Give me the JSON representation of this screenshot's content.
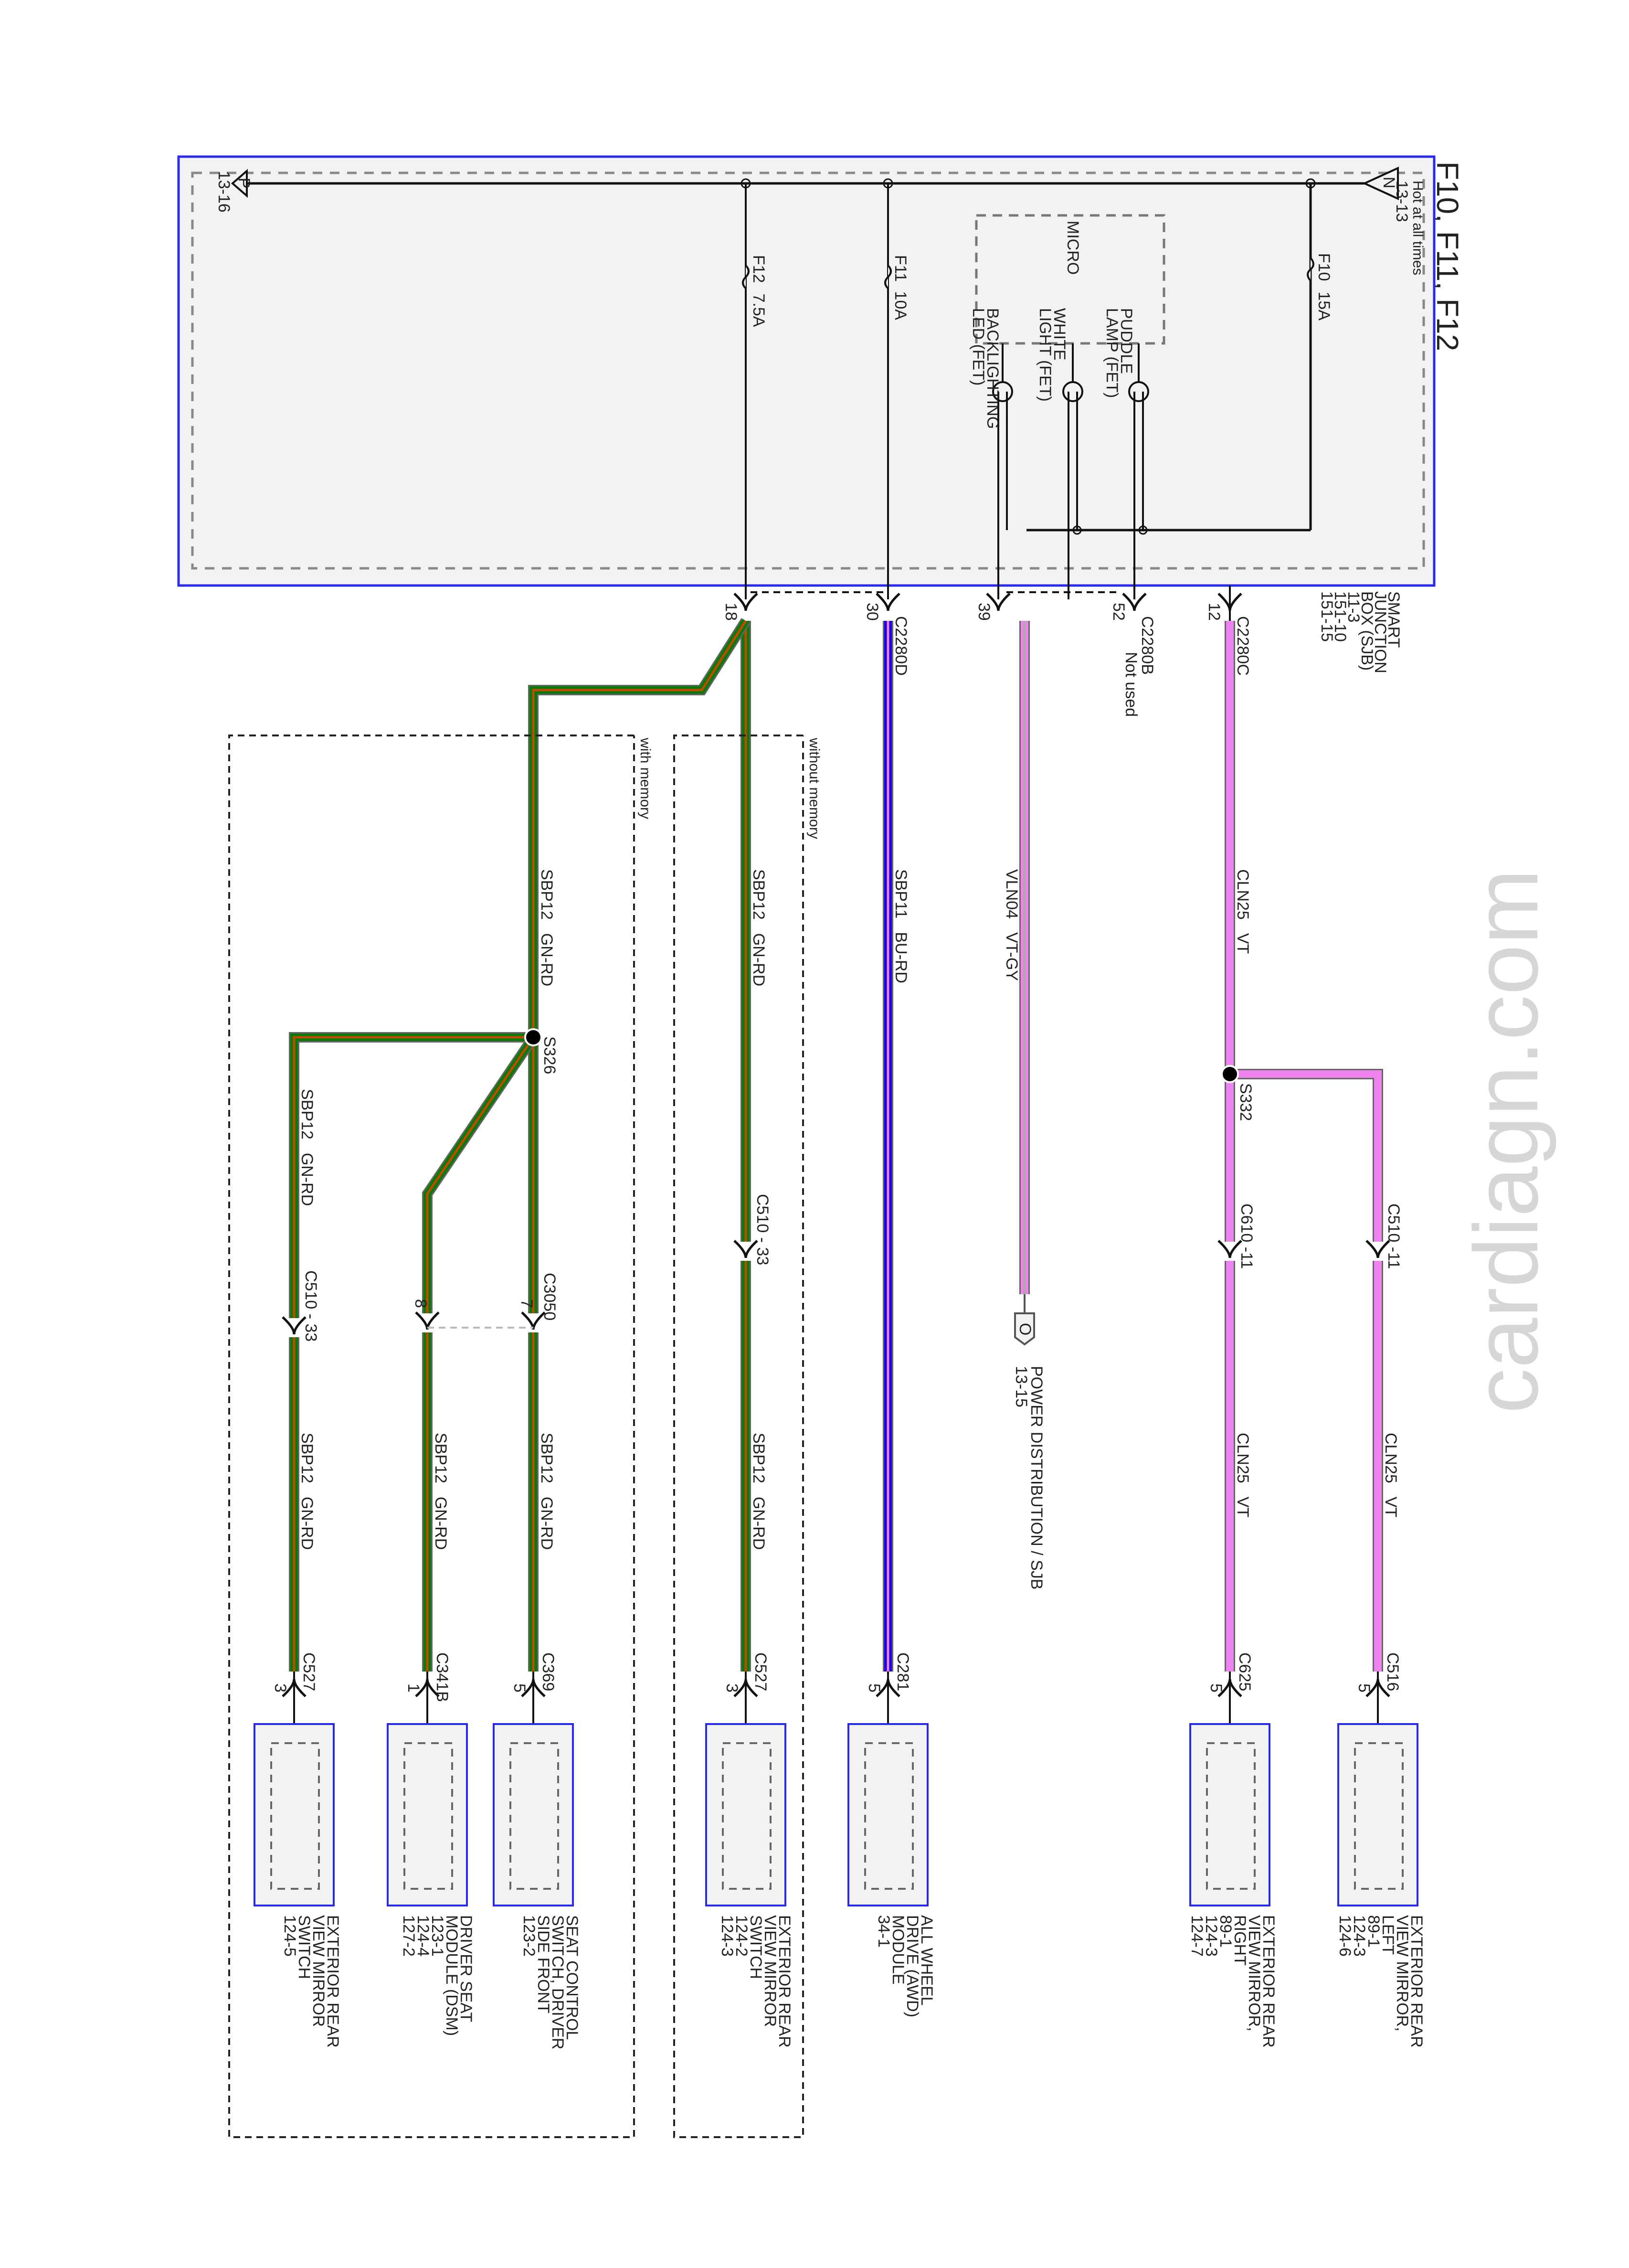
{
  "title": "F10, F11, F12",
  "watermark": "cardiagn.com",
  "colors": {
    "box_border": "#2a2aee",
    "box_fill": "#f2f2f2",
    "vt": "#ee82ee",
    "gn": "#0a7a0a",
    "rd": "#c04a00",
    "bu": "#1a00e0"
  },
  "sjb": {
    "name_lines": [
      "SMART",
      "JUNCTION",
      "BOX (SJB)",
      "11-3",
      "151-10",
      "151-15"
    ],
    "hot_label": "Hot at all times",
    "ref_n": {
      "letter": "N",
      "page": "13-13"
    },
    "ref_p": {
      "letter": "P",
      "page": "13-16"
    },
    "micro_label": "MICRO",
    "fuses": [
      {
        "id": "F10",
        "rating": "15A"
      },
      {
        "id": "F11",
        "rating": "10A"
      },
      {
        "id": "F12",
        "rating": "7.5A"
      }
    ],
    "fets": [
      {
        "lines": [
          "PUDDLE",
          "LAMP (FET)"
        ]
      },
      {
        "lines": [
          "WHITE",
          "LIGHT (FET)"
        ]
      },
      {
        "lines": [
          "BACKLIGHTING",
          "LED (FET)"
        ]
      }
    ]
  },
  "sjb_pins": [
    {
      "connector": "C2280C",
      "pin": "12"
    },
    {
      "connector": "C2280B",
      "pin": "52",
      "note": "Not used"
    },
    {
      "connector": "",
      "pin": "39"
    },
    {
      "connector": "C2280D",
      "pin": "30"
    },
    {
      "connector": "",
      "pin": "18"
    }
  ],
  "circuits": {
    "cln25": {
      "circuit": "CLN25",
      "color": "VT"
    },
    "vln04": {
      "circuit": "VLN04",
      "color": "VT-GY"
    },
    "sbp11": {
      "circuit": "SBP11",
      "color": "BU-RD"
    },
    "sbp12": {
      "circuit": "SBP12",
      "color": "GN-RD"
    }
  },
  "splices": {
    "s332": "S332",
    "s326": "S326"
  },
  "inline_connectors": {
    "c610": "C610 -11",
    "c510_vt": "C510 -11",
    "c510_gn_a": "C510 - 33",
    "c510_gn_b": "C510 - 33",
    "c3050": "C3050",
    "c3050_pin7": "7",
    "c3050_pin8": "8"
  },
  "power_ref": {
    "letter": "O",
    "lines": [
      "POWER DISTRIBUTION / SJB",
      "13-15"
    ]
  },
  "option_groups": {
    "without_memory": "without memory",
    "with_memory": "with memory"
  },
  "components": [
    {
      "connector": "C516",
      "pin": "5",
      "lines": [
        "EXTERIOR REAR",
        "VIEW MIRROR,",
        "LEFT",
        "89-1",
        "124-3",
        "124-6"
      ]
    },
    {
      "connector": "C625",
      "pin": "5",
      "lines": [
        "EXTERIOR REAR",
        "VIEW MIRROR,",
        "RIGHT",
        "89-1",
        "124-3",
        "124-7"
      ]
    },
    {
      "connector": "C281",
      "pin": "5",
      "lines": [
        "ALL WHEEL",
        "DRIVE (AWD)",
        "MODULE",
        "34-1"
      ]
    },
    {
      "connector": "C527",
      "pin": "3",
      "lines": [
        "EXTERIOR REAR",
        "VIEW MIRROR",
        "SWITCH",
        "124-2",
        "124-3"
      ]
    },
    {
      "connector": "C369",
      "pin": "5",
      "lines": [
        "SEAT CONTROL",
        "SWITCH, DRIVER",
        "SIDE FRONT",
        "123-2"
      ]
    },
    {
      "connector": "C341B",
      "pin": "1",
      "lines": [
        "DRIVER SEAT",
        "MODULE (DSM)",
        "123-1",
        "124-4",
        "127-2"
      ]
    },
    {
      "connector": "C527",
      "pin": "3",
      "lines": [
        "EXTERIOR REAR",
        "VIEW MIRROR",
        "SWITCH",
        "124-5"
      ]
    }
  ]
}
